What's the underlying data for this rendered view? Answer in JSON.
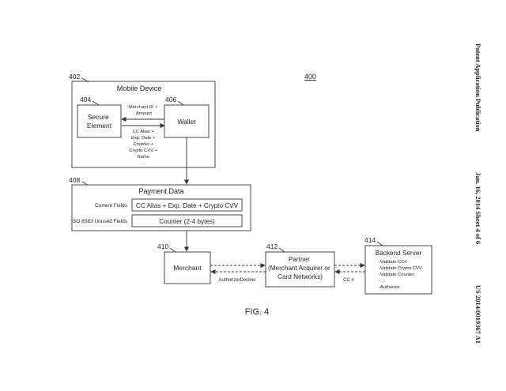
{
  "header": {
    "publication": "Patent Application Publication",
    "date_sheet": "Jan. 16, 2014  Sheet 4 of 6",
    "pub_number": "US 2014/0019367 A1"
  },
  "figure_ref": "400",
  "figure_caption": "FIG. 4",
  "mobile_device": {
    "ref": "402",
    "title": "Mobile Device",
    "secure_element": {
      "ref": "404",
      "lines": [
        "Secure",
        "Element"
      ]
    },
    "wallet": {
      "ref": "406",
      "label": "Wallet"
    },
    "request_label": [
      "Merchant ID +",
      "Amount"
    ],
    "response_label": [
      "CC Alias +",
      "Exp. Date +",
      "Counter +",
      "Crypto CVV +",
      "Name",
      "..."
    ]
  },
  "payment_data": {
    "ref": "408",
    "title": "Payment Data",
    "current_fields_label": "Current Fields",
    "current_fields_value": "CC Alias + Exp. Date + Crypto CVV",
    "unused_fields_label": "ISO 8583 Unused Fields",
    "unused_fields_value": "Counter (2-4 bytes)"
  },
  "merchant": {
    "ref": "410",
    "label": "Merchant"
  },
  "partner": {
    "ref": "412",
    "lines": [
      "Partner",
      "(Merchant Acquirer or",
      "Card Networks)"
    ]
  },
  "backend_server": {
    "ref": "414",
    "title": "Backend Server",
    "items": [
      "-Validate CC#",
      "-Validate Crypto CVV",
      "-Validate Counter",
      "- ...",
      "-Authorize"
    ]
  },
  "edge_labels": {
    "authorize_decline": "Authorize/Decline",
    "cc_number": "CC #"
  }
}
